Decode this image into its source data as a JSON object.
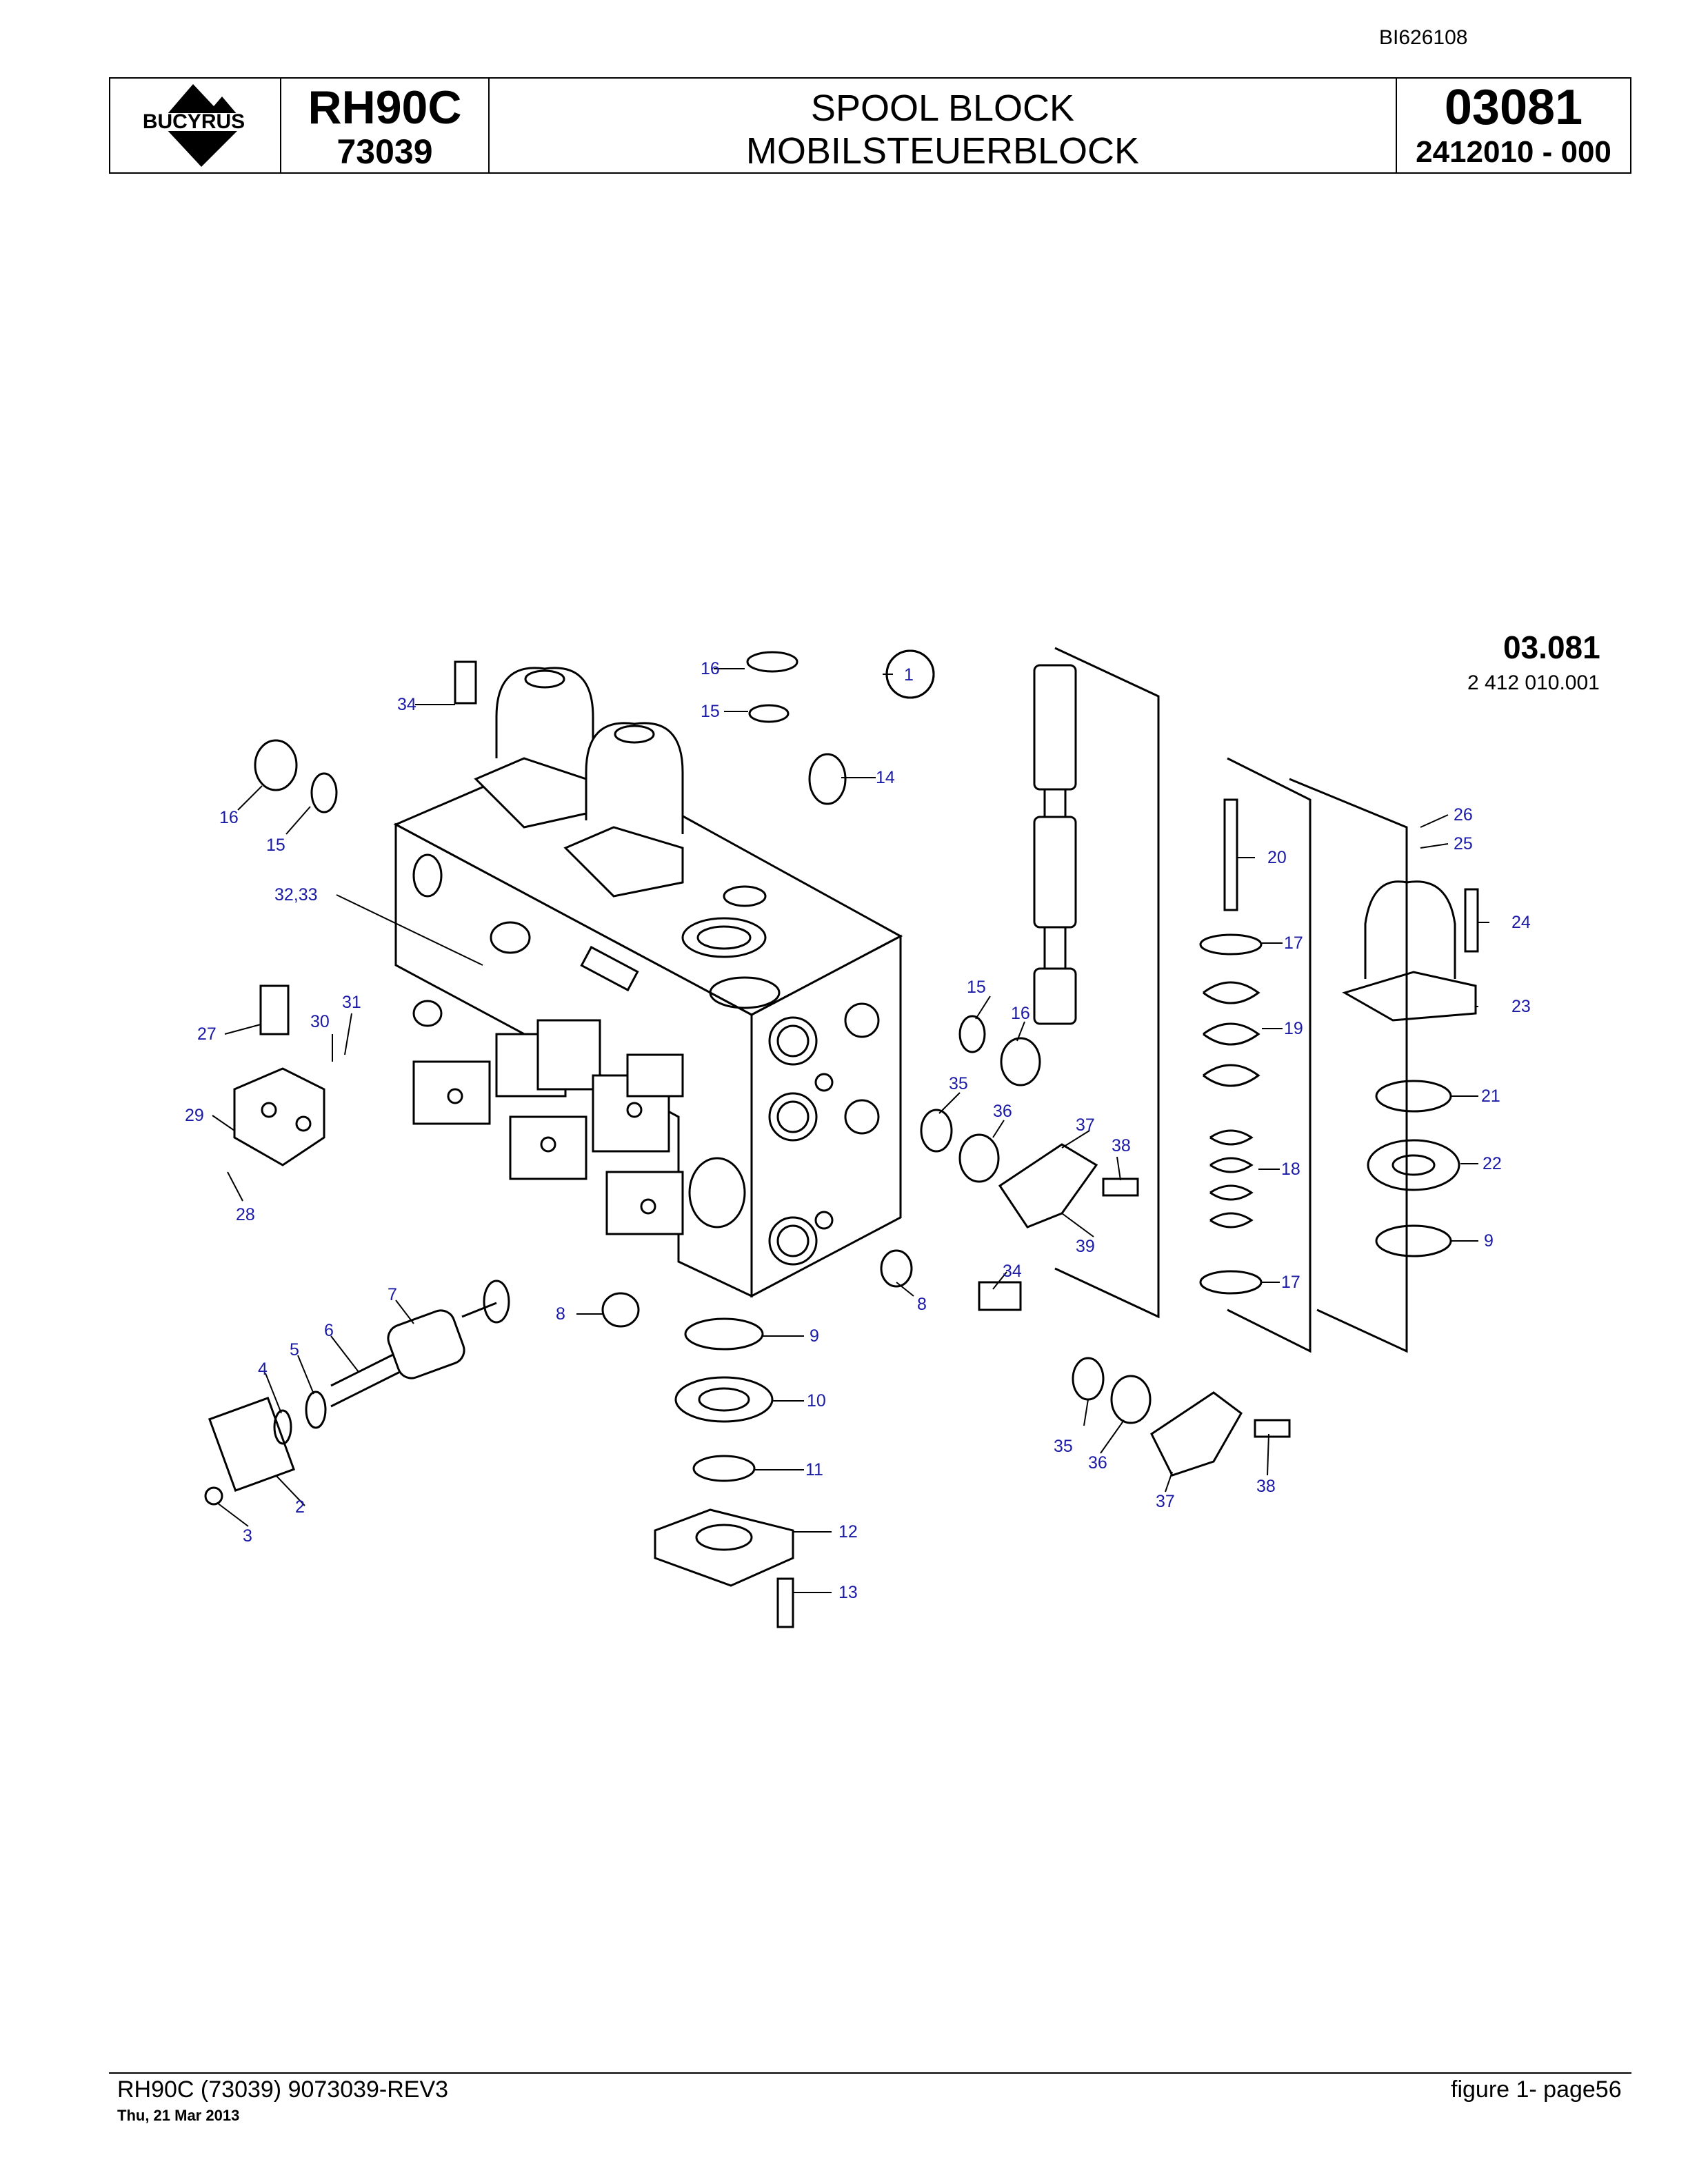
{
  "document_id": "BI626108",
  "header": {
    "logo_text": "BUCYRUS",
    "model": "RH90C",
    "model_number": "73039",
    "title_en": "SPOOL BLOCK",
    "title_de": "MOBILSTEUERBLOCK",
    "group_number": "03081",
    "part_number": "2412010 - 000"
  },
  "figure": {
    "code": "03.081",
    "sub_code": "2 412 010.001",
    "callouts": [
      "1",
      "2",
      "3",
      "4",
      "5",
      "6",
      "7",
      "8",
      "8",
      "9",
      "9",
      "10",
      "11",
      "12",
      "13",
      "14",
      "15",
      "15",
      "15",
      "16",
      "16",
      "16",
      "17",
      "17",
      "18",
      "19",
      "20",
      "21",
      "22",
      "23",
      "24",
      "25",
      "26",
      "27",
      "28",
      "29",
      "30",
      "31",
      "32,33",
      "34",
      "34",
      "35",
      "35",
      "36",
      "36",
      "37",
      "37",
      "38",
      "38",
      "39"
    ]
  },
  "footer": {
    "left": "RH90C (73039) 9073039-REV3",
    "date": "Thu, 21 Mar 2013",
    "right": "figure  1- page56"
  }
}
